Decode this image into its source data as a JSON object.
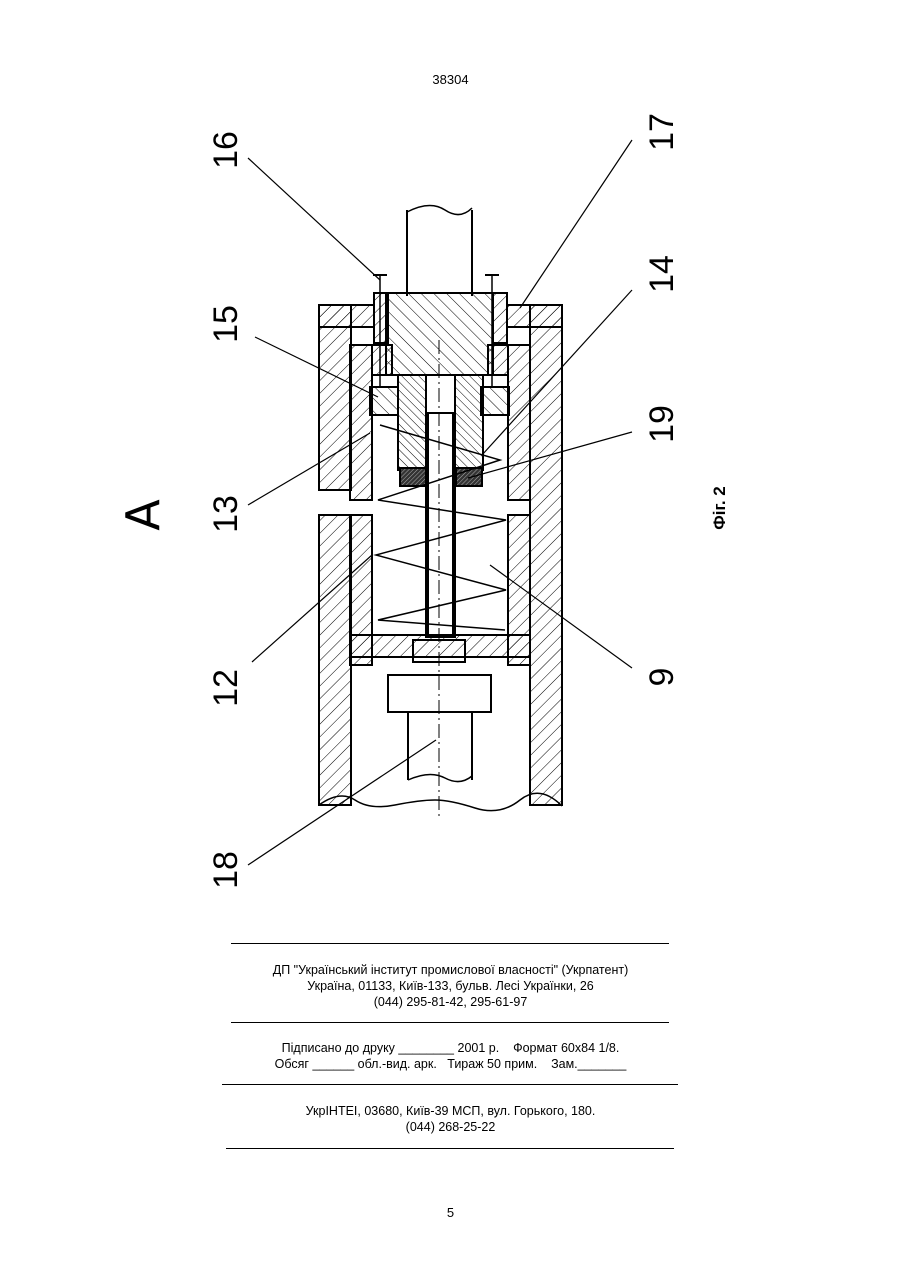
{
  "page": {
    "doc_number": "38304",
    "page_number": "5"
  },
  "figure": {
    "view_letter": "A",
    "caption": "Фіг. 2",
    "callouts": {
      "c16": "16",
      "c17": "17",
      "c15": "15",
      "c14": "14",
      "c19": "19",
      "c13": "13",
      "c12": "12",
      "c9": "9",
      "c18": "18"
    }
  },
  "imprint": {
    "publisher": {
      "line1": "ДП \"Український інститут промислової власності\" (Укрпатент)",
      "line2": "Україна, 01133, Київ-133, бульв. Лесі Українки, 26",
      "line3": "(044) 295-81-42, 295-61-97"
    },
    "print_info": {
      "line1": "Підписано до друку ________ 2001 р.    Формат 60х84 1/8.",
      "line2": "Обсяг ______ обл.-вид. арк.   Тираж 50 прим.    Зам._______"
    },
    "printer": {
      "line1": "УкрІНТЕІ, 03680, Київ-39 МСП, вул. Горького, 180.",
      "line2": "(044) 268-25-22"
    }
  }
}
